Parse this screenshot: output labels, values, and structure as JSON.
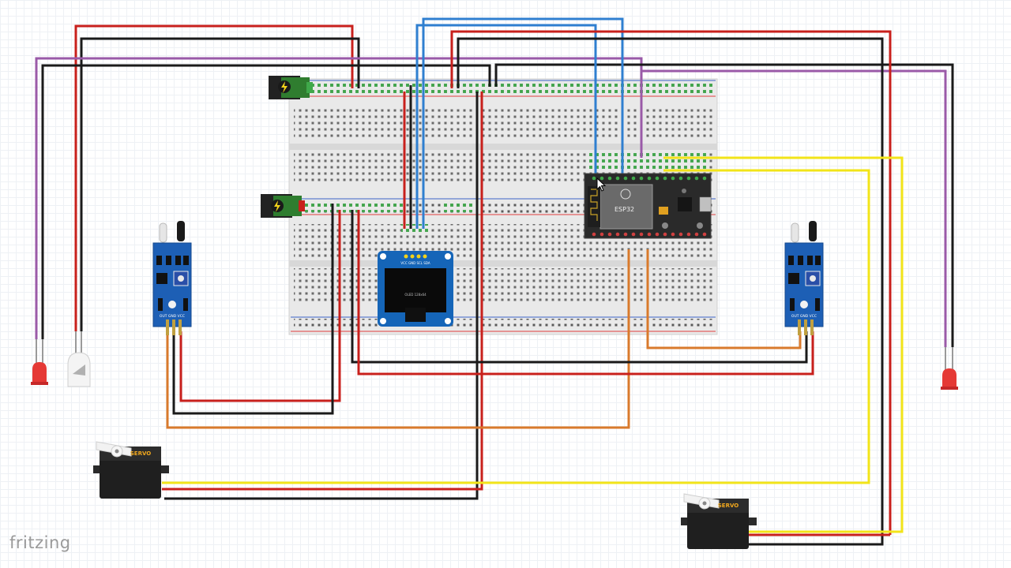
{
  "app": {
    "watermark": "fritzing"
  },
  "components": {
    "servo_left": {
      "label": "SERVO"
    },
    "servo_right": {
      "label": "SERVO"
    },
    "ir_left": {
      "pin_labels": "OUT GND VCC"
    },
    "ir_right": {
      "pin_labels": "OUT GND VCC"
    },
    "oled": {
      "pin_labels": "VCC GND SCL SDA",
      "screen_text": "OLED 128x64"
    },
    "esp32": {
      "name": "ESP32"
    }
  },
  "colors": {
    "wire_red": "#c8201c",
    "wire_black": "#1a1a1a",
    "wire_blue": "#2f7fd0",
    "wire_purple": "#9a5aa8",
    "wire_yellow": "#f2e419",
    "wire_orange": "#d97a2c",
    "oled_blue": "#1565b8",
    "sensor_blue": "#1d5fb5"
  },
  "icons": [
    "power-jack-icon",
    "cursor-icon",
    "led-red-icon",
    "led-white-icon"
  ]
}
